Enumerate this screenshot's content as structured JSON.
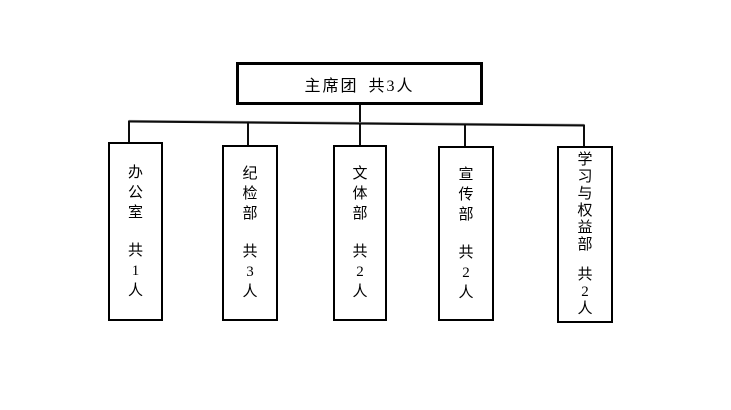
{
  "diagram": {
    "type": "org-chart",
    "root": {
      "name": "主席团",
      "count": "共3人"
    },
    "departments": [
      {
        "name": "办公室",
        "count": "共1人"
      },
      {
        "name": "纪检部",
        "count": "共3人"
      },
      {
        "name": "文体部",
        "count": "共2人"
      },
      {
        "name": "宣传部",
        "count": "共2人"
      },
      {
        "name": "学习与权益部",
        "count": "共2人"
      }
    ],
    "colors": {
      "line": "#000000",
      "background": "#ffffff",
      "text": "#000000"
    }
  }
}
